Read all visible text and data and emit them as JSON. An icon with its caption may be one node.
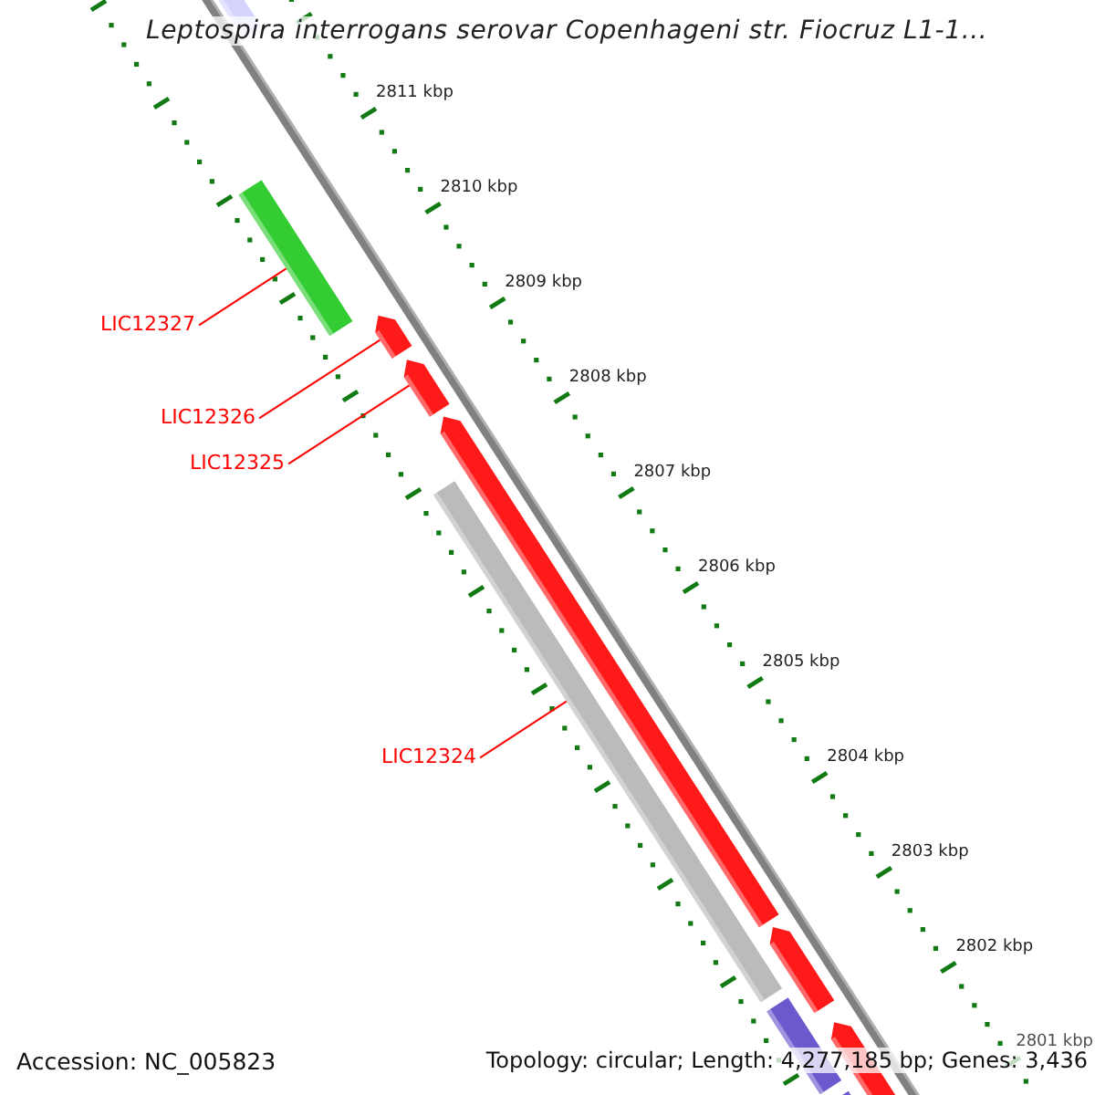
{
  "diagram": {
    "title": "Leptospira interrogans serovar Copenhageni str. Fiocruz L1-1...",
    "nodes": [
      {
        "text": [
          "LIC12327"
        ]
      },
      {
        "text": [
          "LIC12326"
        ]
      },
      {
        "text": [
          "LIC12325"
        ]
      },
      {
        "text": [
          "LIC12324"
        ]
      },
      {
        "text": [],
        "shape": "bar"
      },
      {
        "text": [],
        "shape": "bar"
      },
      {
        "text": [],
        "shape": "bar"
      },
      {
        "text": [],
        "shape": "bar"
      }
    ],
    "edges": [
      {
        "from": 0,
        "to": 4,
        "arrow": "none"
      },
      {
        "from": 1,
        "to": 5,
        "arrow": "none"
      },
      {
        "from": 2,
        "to": 6,
        "arrow": "none"
      },
      {
        "from": 3,
        "to": 7,
        "arrow": "none"
      }
    ],
    "labels": [
      "2811 kbp",
      "2810 kbp",
      "2809 kbp",
      "2808 kbp",
      "2807 kbp",
      "2806 kbp",
      "2805 kbp",
      "2804 kbp",
      "2803 kbp",
      "2802 kbp",
      "2801 kbp",
      "Accession: NC_005823",
      "Topology: circular; Length: 4,277,185 bp; Genes: 3,436"
    ]
  }
}
